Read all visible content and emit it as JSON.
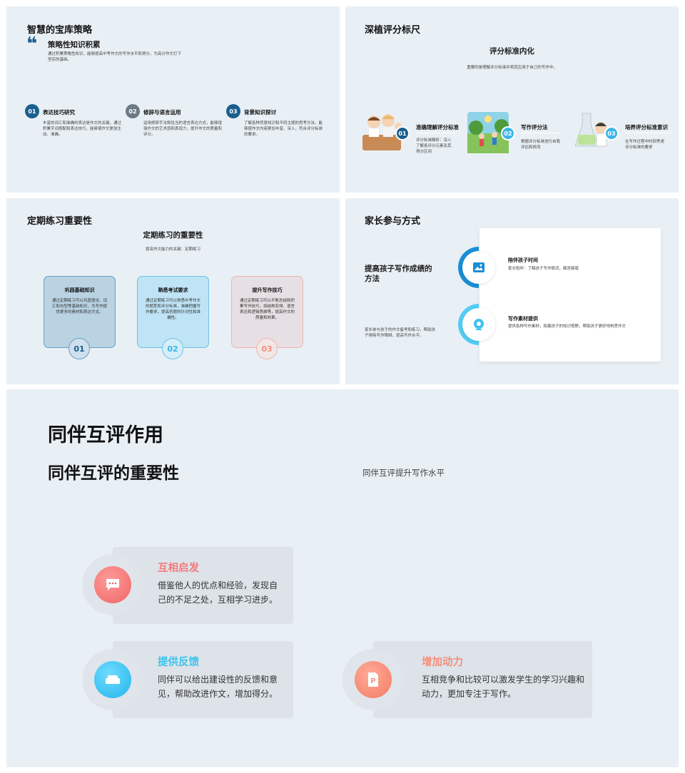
{
  "s1": {
    "title": "智慧的宝库策略",
    "quote_mark": "❝",
    "sub_title": "策略性知识积累",
    "sub_desc": "通过积累策略性知识，能够提高中考作文的写作水平和得分，为高分作文打下坚实的基础。",
    "items": [
      {
        "num": "01",
        "title": "表达技巧研究",
        "desc": "丰富的词汇和准确的表达是作文的关键，通过积累字词搭配和表达技巧，能够使作文更加生动、准确。",
        "color": "#1a5f8e"
      },
      {
        "num": "02",
        "title": "修辞与语言运用",
        "desc": "运用修辞手法和恰当的语言表达方式，能够增强作文的艺术感和表现力，提升作文的质量和评分。",
        "color": "#6c7a86"
      },
      {
        "num": "03",
        "title": "背景知识探讨",
        "desc": "了解各种背景知识和不同主题的思考方法，能够使作文内容更加丰富、深入，符合评分标准的要求。",
        "color": "#1a5f8e"
      }
    ]
  },
  "s2": {
    "title": "深植评分标尺",
    "heading": "评分标准内化",
    "desc": "重要的是理解评分标准并将其应用于自己的写作中。",
    "items": [
      {
        "num": "01",
        "title": "准确理解评分标准",
        "desc": "评分标准解析：深入了解各评分元素及其得分区间",
        "color": "#1a5f8e"
      },
      {
        "num": "02",
        "title": "写作评分法",
        "desc": "根据评分标准进行自我评估和修改",
        "color": "#3cb6e8"
      },
      {
        "num": "03",
        "title": "培养评分标准意识",
        "desc": "在写作过程中时刻考虑评分标准的要求",
        "color": "#3cb6e8"
      }
    ]
  },
  "s3": {
    "title": "定期练习重要性",
    "heading": "定期练习的重要性",
    "desc": "提高作文能力的关键：定期练习",
    "cards": [
      {
        "num": "01",
        "title": "巩固基础知识",
        "desc": "通过定期练习可以巩固语法、词汇和句型等基础知识，为写作提供更多的素材和表达方式。"
      },
      {
        "num": "02",
        "title": "熟悉考试要求",
        "desc": "通过定期练习可以熟悉中考作文的题型和评分标准，准确把握写作要求，提高答题的针对性和准确性。"
      },
      {
        "num": "03",
        "title": "提升写作技巧",
        "desc": "通过定期练习可以不断总结和积累写作技巧，如结构安排、语言表达和逻辑思维等，提高作文的质量和效果。"
      }
    ]
  },
  "s4": {
    "title": "家长参与方式",
    "left_heading": "提高孩子写作成绩的方法",
    "left_desc": "家长参与孩子的作文备考和练习，帮助孩子排除写作障碍，提高写作水平。",
    "items": [
      {
        "title": "陪伴孩子时间",
        "desc": "家长陪伴：了解孩子写作情况，解答疑惑"
      },
      {
        "title": "写作素材提供",
        "desc": "提供各种写作素材，拓展孩子的知识视野，帮助孩子更好地构思作文"
      }
    ]
  },
  "s5": {
    "title": "同伴互评作用",
    "subtitle": "同伴互评的重要性",
    "side_note": "同伴互评提升写作水平",
    "items": [
      {
        "title": "互相启发",
        "desc": "借鉴他人的优点和经验，发现自己的不足之处，互相学习进步。",
        "color": "#f47b7b"
      },
      {
        "title": "提供反馈",
        "desc": "同伴可以给出建设性的反馈和意见，帮助改进作文，增加得分。",
        "color": "#3cc3ee"
      },
      {
        "title": "增加动力",
        "desc": "互相竞争和比较可以激发学生的学习兴趣和动力，更加专注于写作。",
        "color": "#f58f7c"
      }
    ]
  }
}
